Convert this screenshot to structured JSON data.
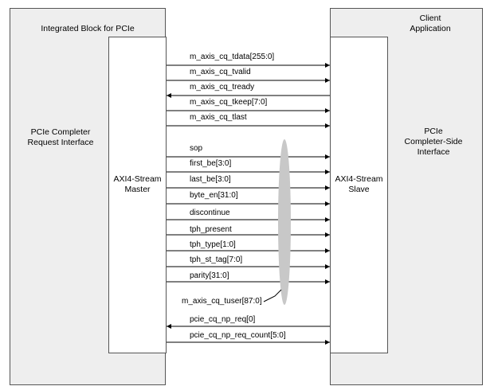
{
  "left_block": {
    "title": "Integrated Block for PCIe",
    "side_label_line1": "PCIe Completer",
    "side_label_line2": "Request Interface",
    "inner_label_line1": "AXI4-Stream",
    "inner_label_line2": "Master"
  },
  "right_block": {
    "title_line1": "Client",
    "title_line2": "Application",
    "side_label_line1": "PCIe",
    "side_label_line2": "Completer-Side",
    "side_label_line3": "Interface",
    "inner_label_line1": "AXI4-Stream",
    "inner_label_line2": "Slave"
  },
  "signals": [
    {
      "name": "m_axis_cq_tdata[255:0]",
      "direction": "right"
    },
    {
      "name": "m_axis_cq_tvalid",
      "direction": "right"
    },
    {
      "name": "m_axis_cq_tready",
      "direction": "left"
    },
    {
      "name": "m_axis_cq_tkeep[7:0]",
      "direction": "right"
    },
    {
      "name": "m_axis_cq_tlast",
      "direction": "right"
    },
    {
      "name": "sop",
      "direction": "right"
    },
    {
      "name": "first_be[3:0]",
      "direction": "right"
    },
    {
      "name": "last_be[3:0]",
      "direction": "right"
    },
    {
      "name": "byte_en[31:0]",
      "direction": "right"
    },
    {
      "name": "discontinue",
      "direction": "right"
    },
    {
      "name": "tph_present",
      "direction": "right"
    },
    {
      "name": "tph_type[1:0]",
      "direction": "right"
    },
    {
      "name": "tph_st_tag[7:0]",
      "direction": "right"
    },
    {
      "name": "parity[31:0]",
      "direction": "right"
    },
    {
      "name": "pcie_cq_np_req[0]",
      "direction": "left"
    },
    {
      "name": "pcie_cq_np_req_count[5:0]",
      "direction": "right"
    }
  ],
  "tuser_bundle": {
    "label": "m_axis_cq_tuser[87:0]"
  },
  "colors": {
    "panel_fill": "#eeeeee",
    "inner_fill": "#ffffff",
    "border": "#555555",
    "wire": "#000000",
    "ellipse_fill": "#c8c8c8"
  }
}
